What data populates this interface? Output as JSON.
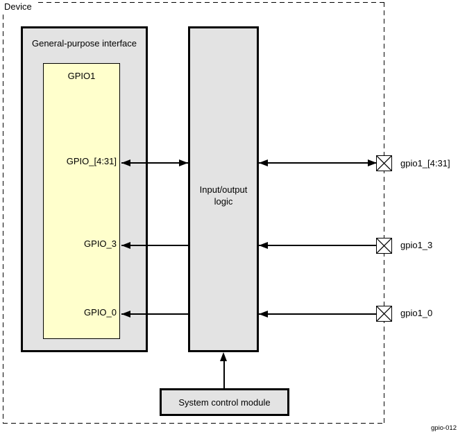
{
  "device": {
    "label": "Device"
  },
  "figure_id": "gpio-012",
  "blocks": {
    "gpi": {
      "title": "General-purpose interface"
    },
    "gpio1": {
      "title": "GPIO1"
    },
    "io_logic": {
      "label": "Input/output logic"
    },
    "system_control": {
      "label": "System control module"
    }
  },
  "rows": [
    {
      "signal": "GPIO_[4:31]",
      "pin": "gpio1_[4:31]",
      "direction": "bidirectional"
    },
    {
      "signal": "GPIO_3",
      "pin": "gpio1_3",
      "direction": "input"
    },
    {
      "signal": "GPIO_0",
      "pin": "gpio1_0",
      "direction": "input"
    }
  ],
  "colors": {
    "block_fill": "#e3e3e3",
    "gpio1_fill": "#ffffcc",
    "line": "#000000",
    "background": "#ffffff"
  }
}
